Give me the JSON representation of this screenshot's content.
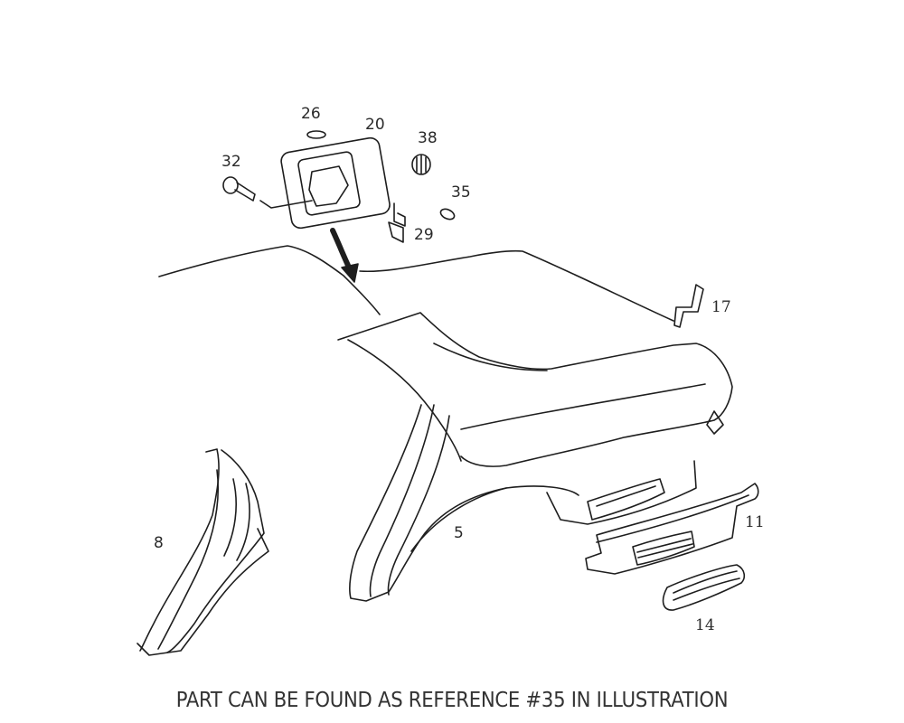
{
  "diagram": {
    "title": "Rear quarter panel / fuel filler exploded view",
    "colors": {
      "line": "#1e1e1e",
      "background": "#ffffff",
      "caption": "#333333"
    },
    "references": [
      {
        "id": "26",
        "label": "26"
      },
      {
        "id": "20",
        "label": "20"
      },
      {
        "id": "38",
        "label": "38"
      },
      {
        "id": "32",
        "label": "32"
      },
      {
        "id": "35",
        "label": "35"
      },
      {
        "id": "29",
        "label": "29"
      },
      {
        "id": "17",
        "label": "17"
      },
      {
        "id": "8",
        "label": "8"
      },
      {
        "id": "5",
        "label": "5"
      },
      {
        "id": "11",
        "label": "11"
      },
      {
        "id": "14",
        "label": "14"
      }
    ]
  },
  "caption": {
    "text": "PART CAN BE FOUND AS REFERENCE #35 IN ILLUSTRATION"
  }
}
